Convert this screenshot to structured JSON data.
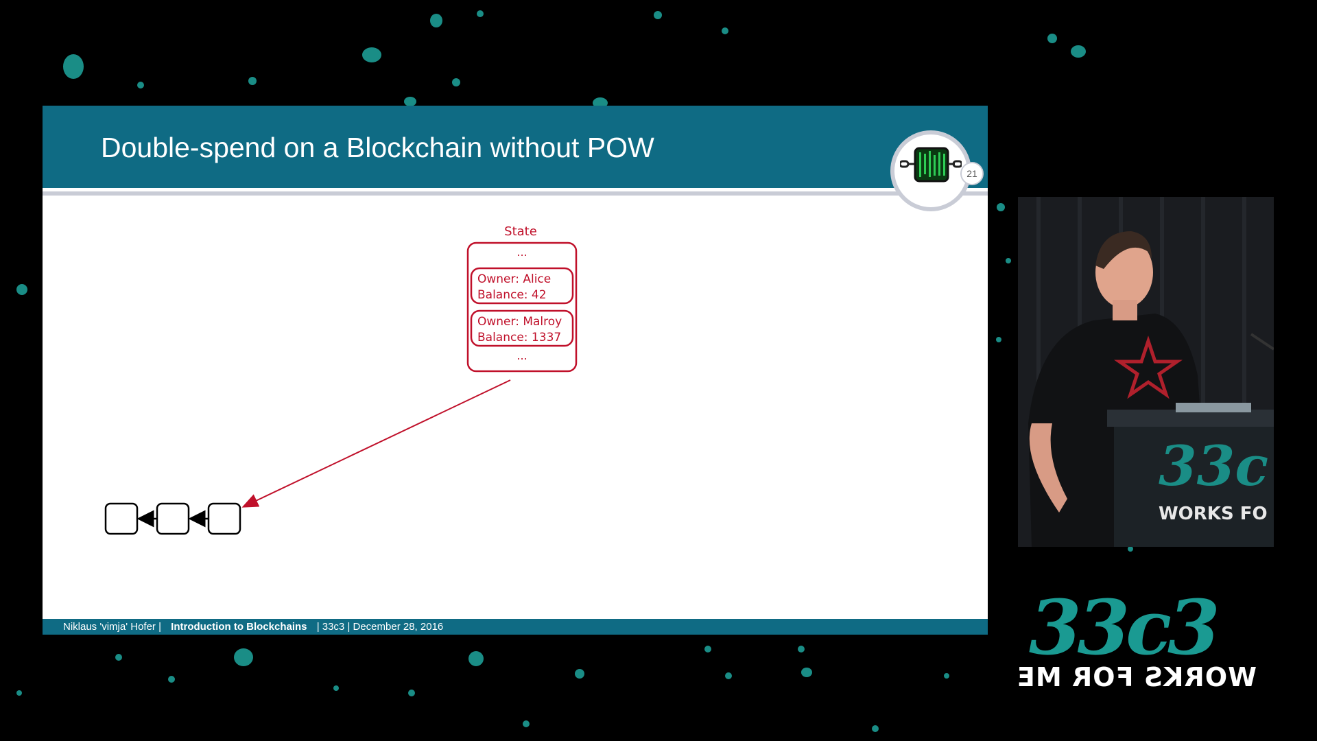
{
  "slide": {
    "title": "Double-spend on a Blockchain without POW",
    "slide_number": "21",
    "state_label": "State",
    "ellipsis_top": "...",
    "ellipsis_bottom": "...",
    "records": [
      {
        "owner": "Owner: Alice",
        "balance": "Balance: 42"
      },
      {
        "owner": "Owner: Malroy",
        "balance": "Balance: 1337"
      }
    ],
    "block_count": 3,
    "footer": {
      "author": "Niklaus 'vimja' Hofer |",
      "title": "Introduction to Blockchains",
      "rest": "| 33c3 | December 28, 2016"
    }
  },
  "event_logo": {
    "text": "33c3",
    "tagline": "WORKS FOR ME"
  },
  "colors": {
    "header": "#0f6b84",
    "diagram_red": "#c0102a",
    "background": "#000000",
    "logo_teal": "#1a9a92"
  }
}
